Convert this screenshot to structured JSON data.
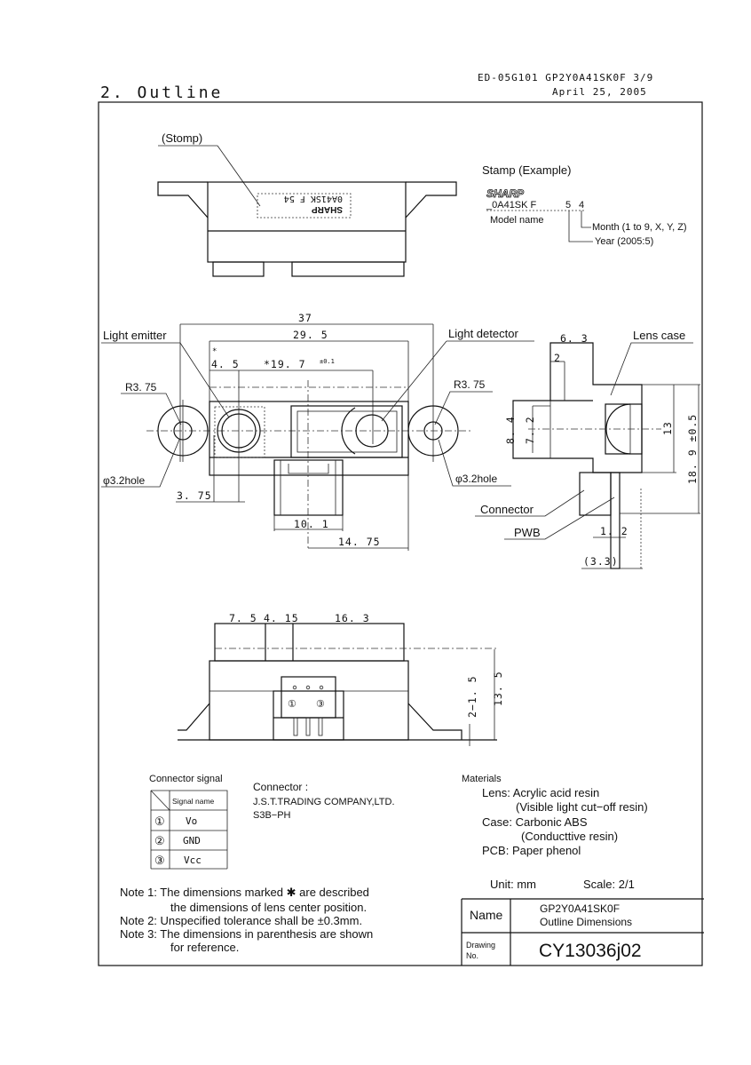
{
  "header": {
    "doc_ref": "ED-05G101 GP2Y0A41SK0F 3/9",
    "date": "April 25, 2005",
    "section_title": "2. Outline"
  },
  "stamp_view": {
    "label": "(Stomp)",
    "stamp_brand": "SHARP",
    "stamp_text": "0A41SK F 54"
  },
  "stamp_example": {
    "title": "Stamp (Example)",
    "brand": "SHARP",
    "model_code": "_0A41SK F",
    "year_digit": "5",
    "month_digit": "4",
    "model_label": "Model name",
    "month_label": "Month (1 to 9, X, Y, Z)",
    "year_label": "Year (2005:5)"
  },
  "front_view": {
    "light_emitter": "Light emitter",
    "light_detector": "Light detector",
    "r_left": "R3. 75",
    "r_right": "R3. 75",
    "hole_left": "φ3.2hole",
    "hole_right": "φ3.2hole",
    "dim_37": "37",
    "dim_29_5": "29. 5",
    "dim_4_5": "4. 5",
    "dim_4_5_mark": "*",
    "dim_19_7": "*19. 7",
    "dim_19_7_tol": "±0.1",
    "dim_3_75": "3. 75",
    "dim_10_1": "10. 1",
    "dim_14_75": "14. 75"
  },
  "side_view": {
    "lens_case": "Lens case",
    "connector": "Connector",
    "pwb": "PWB",
    "dim_6_3": "6. 3",
    "dim_2": "2",
    "dim_8_4": "8. 4",
    "dim_7_2": "7. 2",
    "dim_13": "13",
    "dim_18_9": "18. 9 ±0.5",
    "dim_1_2": "1. 2",
    "dim_3_3": "(3.3)"
  },
  "bottom_view": {
    "dim_7_5": "7. 5",
    "dim_4_15": "4. 15",
    "dim_16_3": "16. 3",
    "dim_2_1_5": "2−1. 5",
    "dim_13_5": "13. 5",
    "pin1": "①",
    "pin3": "③"
  },
  "connector_signal": {
    "title": "Connector signal",
    "header": "Signal name",
    "rows": [
      {
        "num": "①",
        "signal": "Vo"
      },
      {
        "num": "②",
        "signal": "GND"
      },
      {
        "num": "③",
        "signal": "Vcc"
      }
    ]
  },
  "connector_info": {
    "label": "Connector :",
    "maker": "J.S.T.TRADING COMPANY,LTD.",
    "part": "S3B−PH"
  },
  "materials": {
    "title": "Materials",
    "lens": "Lens:  Acrylic acid resin",
    "lens_note": "(Visible light cut−off resin)",
    "case": "Case:  Carbonic ABS",
    "case_note": "(Conducttive resin)",
    "pcb": "PCB:  Paper phenol"
  },
  "units": {
    "unit": "Unit:  mm",
    "scale": "Scale:  2/1"
  },
  "notes": [
    "Note 1: The dimensions marked ✱ are described",
    "the dimensions of lens center position.",
    "Note 2: Unspecified tolerance shall be ±0.3mm.",
    "Note 3: The dimensions in parenthesis are shown",
    "for reference."
  ],
  "title_block": {
    "name_label": "Name",
    "name_line1": "GP2Y0A41SK0F",
    "name_line2": "Outline Dimensions",
    "drawing_label1": "Drawing",
    "drawing_label2": "No.",
    "drawing_no": "CY13036j02"
  }
}
